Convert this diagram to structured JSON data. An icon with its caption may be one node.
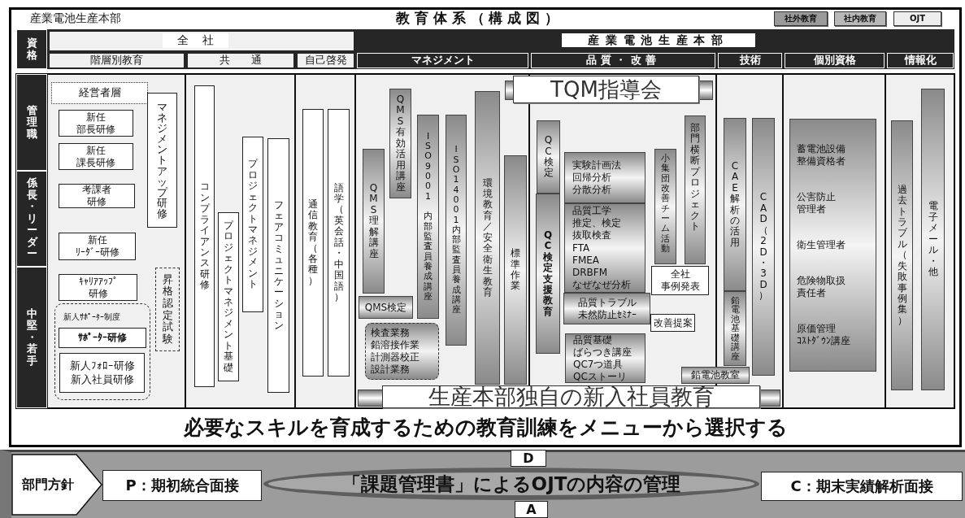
{
  "diagram": {
    "title": "教育体系（構成図）",
    "nodes": [
      {
        "text": [
          "資格"
        ]
      },
      {
        "text": [
          "全社"
        ]
      },
      {
        "text": [
          "産業電池生産本部"
        ]
      },
      {
        "text": [
          "階層別教育"
        ]
      },
      {
        "text": [
          "共通"
        ]
      },
      {
        "text": [
          "自己啓発"
        ]
      },
      {
        "text": [
          "マネジメント"
        ]
      },
      {
        "text": [
          "品質・改善"
        ]
      },
      {
        "text": [
          "技術"
        ]
      },
      {
        "text": [
          "個別資格"
        ]
      },
      {
        "text": [
          "情報化"
        ]
      },
      {
        "text": [
          "管理職"
        ]
      },
      {
        "text": [
          "係長・リーダー"
        ]
      },
      {
        "text": [
          "中堅・若手"
        ]
      },
      {
        "text": [
          "経営者層"
        ]
      },
      {
        "text": [
          "新任部長研修"
        ]
      },
      {
        "text": [
          "新任課長研修"
        ]
      },
      {
        "text": [
          "マネジメントアップ研修"
        ]
      },
      {
        "text": [
          "考課者研修"
        ]
      },
      {
        "text": [
          "新任ﾘｰﾀﾞｰ研修"
        ]
      },
      {
        "text": [
          "ｷｬﾘｱｱｯﾌﾟ研修"
        ]
      },
      {
        "text": [
          "昇格認定試験"
        ]
      },
      {
        "text": [
          "新人ｻﾎﾟｰﾀｰ制度"
        ]
      },
      {
        "text": [
          "ｻﾎﾟｰﾀｰ研修"
        ],
        "in": 22
      },
      {
        "text": [
          "新人ﾌｫﾛｰ研修新入社員研修"
        ],
        "in": 22
      },
      {
        "text": [
          "コンプライアンス研修"
        ]
      },
      {
        "text": [
          "プロジェクトマネジメント基礎"
        ]
      },
      {
        "text": [
          "プロジェクトマネジメント"
        ]
      },
      {
        "text": [
          "フェアコミュニケーション"
        ]
      },
      {
        "text": [
          "通信教育（各種）"
        ]
      },
      {
        "text": [
          "語学（英会話・中国語）"
        ]
      },
      {
        "text": [
          "QMS理解講座"
        ]
      },
      {
        "text": [
          "QMS有効活用講座"
        ]
      },
      {
        "text": [
          "ISO9001 内部監査員養成講座"
        ]
      },
      {
        "text": [
          "ISO14001内部監査員養成講座"
        ]
      },
      {
        "text": [
          "環境教育／安全衛生教育"
        ]
      },
      {
        "text": [
          "標準作業"
        ]
      },
      {
        "text": [
          "QMS検定"
        ]
      },
      {
        "text": [
          "検査業務鉛溶接作業計測器校正設計業務"
        ]
      },
      {
        "text": [
          "TQM指導会"
        ]
      },
      {
        "text": [
          "QC検定"
        ]
      },
      {
        "text": [
          "QC検定支援教育"
        ]
      },
      {
        "text": [
          "実験計画法回帰分析分散分析"
        ]
      },
      {
        "text": [
          "品質工学推定、検定抜取検査",
          "FTA FMEA DRBFM なぜなぜ分析"
        ]
      },
      {
        "text": [
          "品質トラブル未然防止ｾﾐﾅｰ"
        ]
      },
      {
        "text": [
          "品質基礎ばらつき講座QC7つ道具QCストーリ"
        ]
      },
      {
        "text": [
          "小集団改善チーム活動"
        ]
      },
      {
        "text": [
          "部門横断プロジェクト"
        ]
      },
      {
        "text": [
          "全社事例発表"
        ]
      },
      {
        "text": [
          "改善提案"
        ]
      },
      {
        "text": [
          "鉛電池教室"
        ]
      },
      {
        "text": [
          "CAE解析の活用"
        ]
      },
      {
        "text": [
          "鉛電池基礎講座"
        ]
      },
      {
        "text": [
          "CAD（2D・3D）"
        ]
      },
      {
        "text": [
          "蓄電池設備整備資格者",
          "公害防止管理者",
          "衛生管理者",
          "危険物取扱責任者",
          "原価管理ｺｽﾄﾀﾞｳﾝ講座"
        ]
      },
      {
        "text": [
          "過去トラブル（失敗事例集）"
        ]
      },
      {
        "text": [
          "電子メール・他"
        ]
      },
      {
        "text": [
          "生産本部独自の新入社員教育"
        ]
      },
      {
        "text": [
          "部門方針"
        ]
      },
      {
        "text": [
          "P：期初統合面接"
        ]
      },
      {
        "text": [
          "D"
        ]
      },
      {
        "text": [
          "「課題管理書」によるOJTの内容の管理"
        ]
      },
      {
        "text": [
          "A"
        ]
      },
      {
        "text": [
          "C：期末実績解析面接"
        ]
      }
    ],
    "labels": [
      "産業電池生産本部",
      "必要なスキルを育成するための教育訓練をメニューから選択する"
    ],
    "legend": [
      {
        "text": "社外教育",
        "color": "#9a9a9a"
      },
      {
        "text": "社内教育",
        "color": "#b8b8b8"
      },
      {
        "text": "OJT",
        "color": "#eeeeee"
      }
    ]
  }
}
